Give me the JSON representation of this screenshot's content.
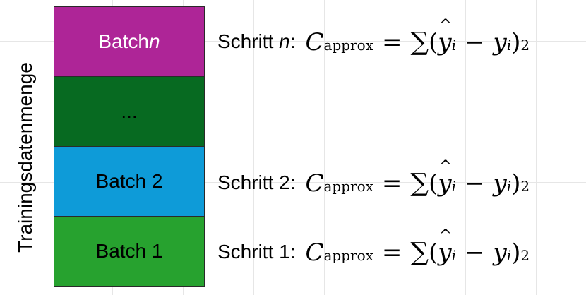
{
  "axis": {
    "y_label": "Trainingsdatenmenge"
  },
  "batches": [
    {
      "label": "Batch ",
      "var": "n",
      "color": "#ae2597"
    },
    {
      "label": "...",
      "var": "",
      "color": "#076a21"
    },
    {
      "label": "Batch 2",
      "var": "",
      "color": "#0e9bd8"
    },
    {
      "label": "Batch 1",
      "var": "",
      "color": "#27a22f"
    }
  ],
  "steps": [
    {
      "label": "Schritt ",
      "var": "n",
      "colon": ":"
    },
    {
      "label": "Schritt 2:",
      "var": "",
      "colon": ""
    },
    {
      "label": "Schritt 1:",
      "var": "",
      "colon": ""
    }
  ],
  "formula": {
    "symbol": "C",
    "subscript": "approx",
    "equals": "=",
    "sum": "∑",
    "open": "(",
    "yhat": "y",
    "yhat_sub": "i",
    "minus": "−",
    "y": "y",
    "y_sub": "i",
    "close": ")",
    "power": "2"
  }
}
